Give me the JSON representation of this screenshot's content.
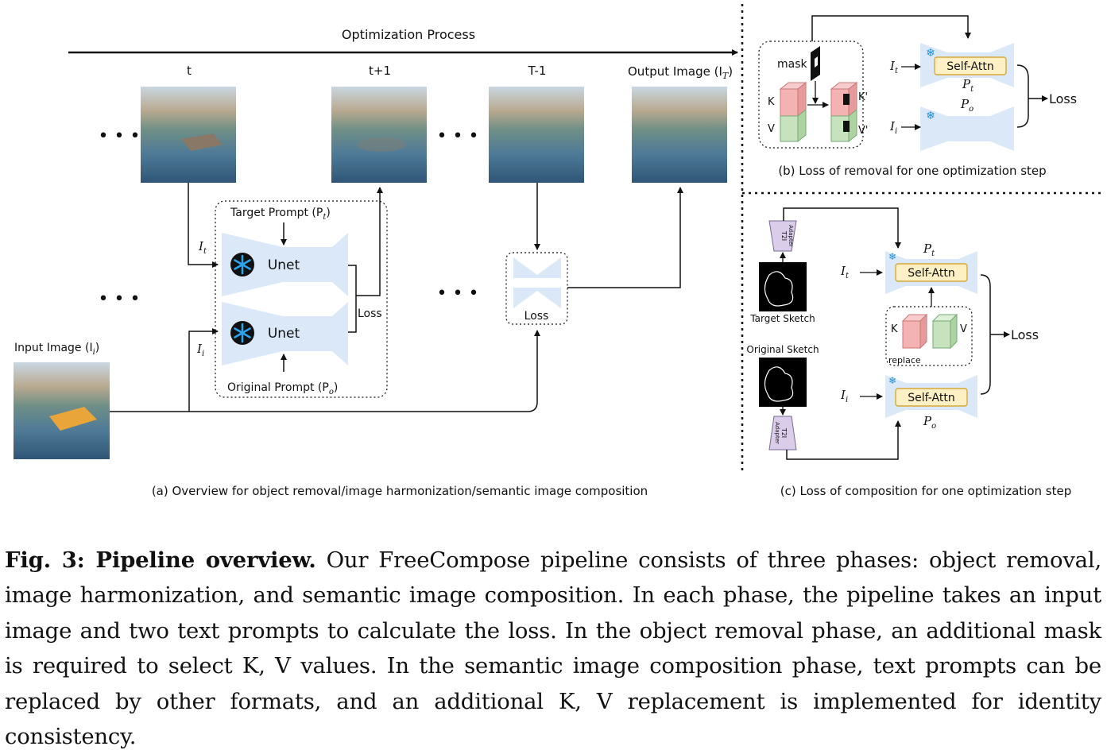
{
  "figure": {
    "optimization_label": "Optimization Process",
    "step_labels": [
      "t",
      "t+1",
      "T-1",
      "Output Image (I"
    ],
    "output_sub": "T",
    "output_close": ")",
    "input_label": "Input Image (I",
    "input_sub": "i",
    "input_close": ")",
    "target_prompt": "Target Prompt (P",
    "target_sub": "t",
    "original_prompt": "Original Prompt (P",
    "original_sub": "o",
    "prompt_close": ")",
    "unet": "Unet",
    "loss": "Loss",
    "It": "I",
    "It_sub": "t",
    "Ii": "I",
    "Ii_sub": "i",
    "ellipsis": "• • •",
    "panel_a": "(a) Overview for object removal/image harmonization/semantic image composition",
    "panel_b": "(b) Loss of removal for one optimization step",
    "panel_c": "(c) Loss of composition for one optimization step",
    "mask": "mask",
    "K": "K",
    "V": "V",
    "K_prime": "K'",
    "V_prime": "V'",
    "self_attn": "Self-Attn",
    "Pt": "P",
    "Pt_sub": "t",
    "Po": "P",
    "Po_sub": "o",
    "loss_arrow": "Loss",
    "t2i": "T2I",
    "adapter": "Adapter",
    "target_sketch": "Target Sketch",
    "original_sketch": "Original Sketch",
    "replace": "replace"
  },
  "caption": {
    "label": "Fig. 3: Pipeline overview.",
    "text": "Our FreeCompose pipeline consists of three phases: object removal, image harmonization, and semantic image composition. In each phase, the pipeline takes an input image and two text prompts to calculate the loss. In the object removal phase, an additional mask is required to select K, V values. In the semantic image composition phase, text prompts can be replaced by other formats, and an additional K, V replacement is implemented for identity consistency."
  },
  "colors": {
    "unet_blue": "#dbe8f8",
    "self_attn_fill": "#fdf0c4",
    "self_attn_stroke": "#d9a83a",
    "k_red": "#f4b3b3",
    "v_green": "#c6e3bd",
    "adapter_purple": "#d9cdea",
    "snowflake": "#1e8fd8"
  }
}
